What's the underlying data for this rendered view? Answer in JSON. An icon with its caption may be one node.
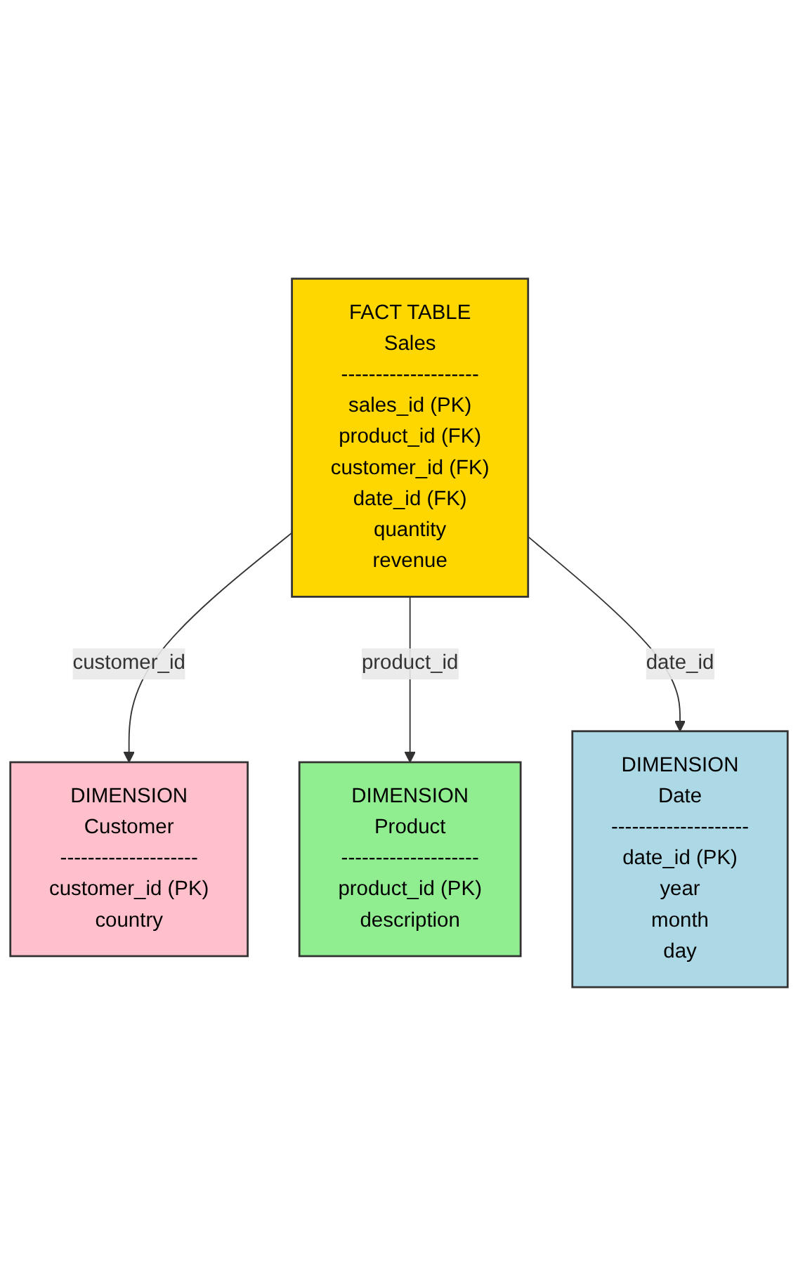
{
  "diagram": {
    "nodes": [
      {
        "text": [
          "DIMENSION",
          "Customer",
          "--------------------",
          "customer_id (PK)",
          "country"
        ]
      },
      {
        "text": [
          "FACT TABLE",
          "Sales",
          "--------------------",
          "sales_id (PK)",
          "product_id (FK)",
          "customer_id (FK)",
          "date_id (FK)",
          "quantity",
          "revenue"
        ]
      },
      {
        "text": [
          "DIMENSION",
          "Product",
          "--------------------",
          "product_id (PK)",
          "description"
        ]
      },
      {
        "text": [
          "DIMENSION",
          "Date",
          "--------------------",
          "date_id (PK)",
          "year",
          "month",
          "day"
        ]
      }
    ],
    "edges": [
      {
        "from": 1,
        "to": 0,
        "arrow": "to",
        "label": "customer_id"
      },
      {
        "from": 1,
        "to": 2,
        "arrow": "to",
        "label": "product_id"
      },
      {
        "from": 1,
        "to": 3,
        "arrow": "to",
        "label": "date_id"
      }
    ]
  }
}
